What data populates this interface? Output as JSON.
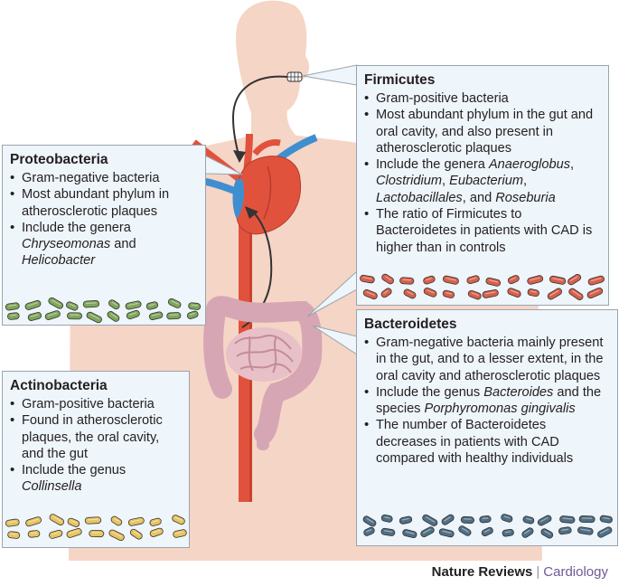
{
  "colors": {
    "body": "#f5d5c6",
    "panel_bg": "#eef5fb",
    "panel_border": "#9aa4ad",
    "proteobacteria": "#7fa65a",
    "firmicutes": "#d7604a",
    "bacteroidetes": "#4f6f86",
    "actinobacteria": "#e7c460",
    "artery": "#e1523d",
    "vein": "#3f8fd0",
    "intestine": "#d7a6b4"
  },
  "icons": [
    "human-silhouette",
    "teeth-icon",
    "heart-icon",
    "intestine-icon",
    "bacteria-icon"
  ],
  "panels": {
    "firmicutes": {
      "title": "Firmicutes",
      "bullets": [
        [
          {
            "t": "Gram-positive bacteria"
          }
        ],
        [
          {
            "t": "Most abundant phylum in the gut and oral cavity, and also present in atherosclerotic plaques"
          }
        ],
        [
          {
            "t": "Include the genera "
          },
          {
            "t": "Anaeroglobus",
            "i": true
          },
          {
            "t": ", "
          },
          {
            "t": "Clostridium",
            "i": true
          },
          {
            "t": ", "
          },
          {
            "t": "Eubacterium",
            "i": true
          },
          {
            "t": ", "
          },
          {
            "t": "Lactobacillales",
            "i": true
          },
          {
            "t": ", and "
          },
          {
            "t": "Roseburia",
            "i": true
          }
        ],
        [
          {
            "t": "The ratio of Firmicutes to Bacteroidetes in patients with CAD is higher than in controls"
          }
        ]
      ]
    },
    "proteobacteria": {
      "title": "Proteobacteria",
      "bullets": [
        [
          {
            "t": "Gram-negative bacteria"
          }
        ],
        [
          {
            "t": "Most abundant phylum in atherosclerotic plaques"
          }
        ],
        [
          {
            "t": "Include the genera "
          },
          {
            "t": "Chryseomonas",
            "i": true
          },
          {
            "t": " and "
          },
          {
            "t": "Helicobacter",
            "i": true
          }
        ]
      ]
    },
    "bacteroidetes": {
      "title": "Bacteroidetes",
      "bullets": [
        [
          {
            "t": "Gram-negative bacteria mainly present in the gut, and to a lesser extent, in the oral cavity and atherosclerotic plaques"
          }
        ],
        [
          {
            "t": "Include the genus "
          },
          {
            "t": "Bacteroides",
            "i": true
          },
          {
            "t": " and the species "
          },
          {
            "t": "Porphyromonas gingivalis",
            "i": true
          }
        ],
        [
          {
            "t": "The number of Bacteroidetes decreases in patients with CAD compared with healthy individuals"
          }
        ]
      ]
    },
    "actinobacteria": {
      "title": "Actinobacteria",
      "bullets": [
        [
          {
            "t": "Gram-positive bacteria"
          }
        ],
        [
          {
            "t": "Found in atherosclerotic plaques, the oral cavity, and the gut"
          }
        ],
        [
          {
            "t": "Include the genus "
          },
          {
            "t": "Collinsella",
            "i": true
          }
        ]
      ]
    }
  },
  "credit": {
    "journal": "Nature Reviews",
    "separator": "|",
    "section": "Cardiology"
  }
}
